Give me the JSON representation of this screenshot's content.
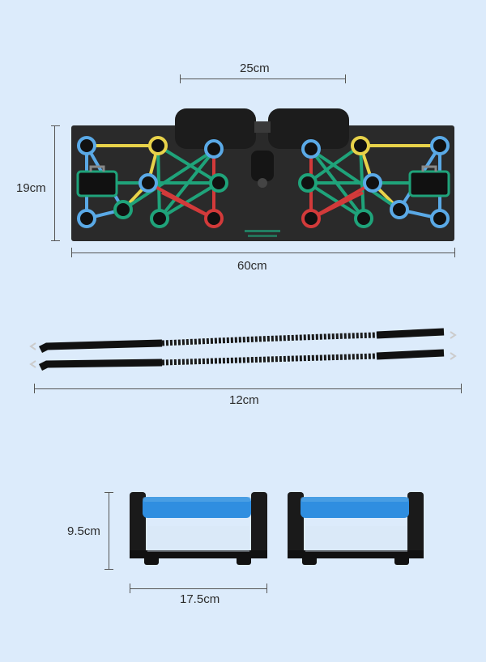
{
  "colors": {
    "background": "#dcebfb",
    "board": "#2a2a2a",
    "blue": "#5aa9e6",
    "yellow": "#e8d24a",
    "green": "#1fa37a",
    "red": "#d23a3a",
    "grip": "#2f8ee0"
  },
  "dimensions": {
    "board_handle_width": "25cm",
    "board_height": "19cm",
    "board_width": "60cm",
    "bands_length": "12cm",
    "pushup_height": "9.5cm",
    "pushup_width": "17.5cm"
  },
  "products": [
    {
      "name": "push-up-board"
    },
    {
      "name": "resistance-bands"
    },
    {
      "name": "push-up-handles"
    }
  ]
}
